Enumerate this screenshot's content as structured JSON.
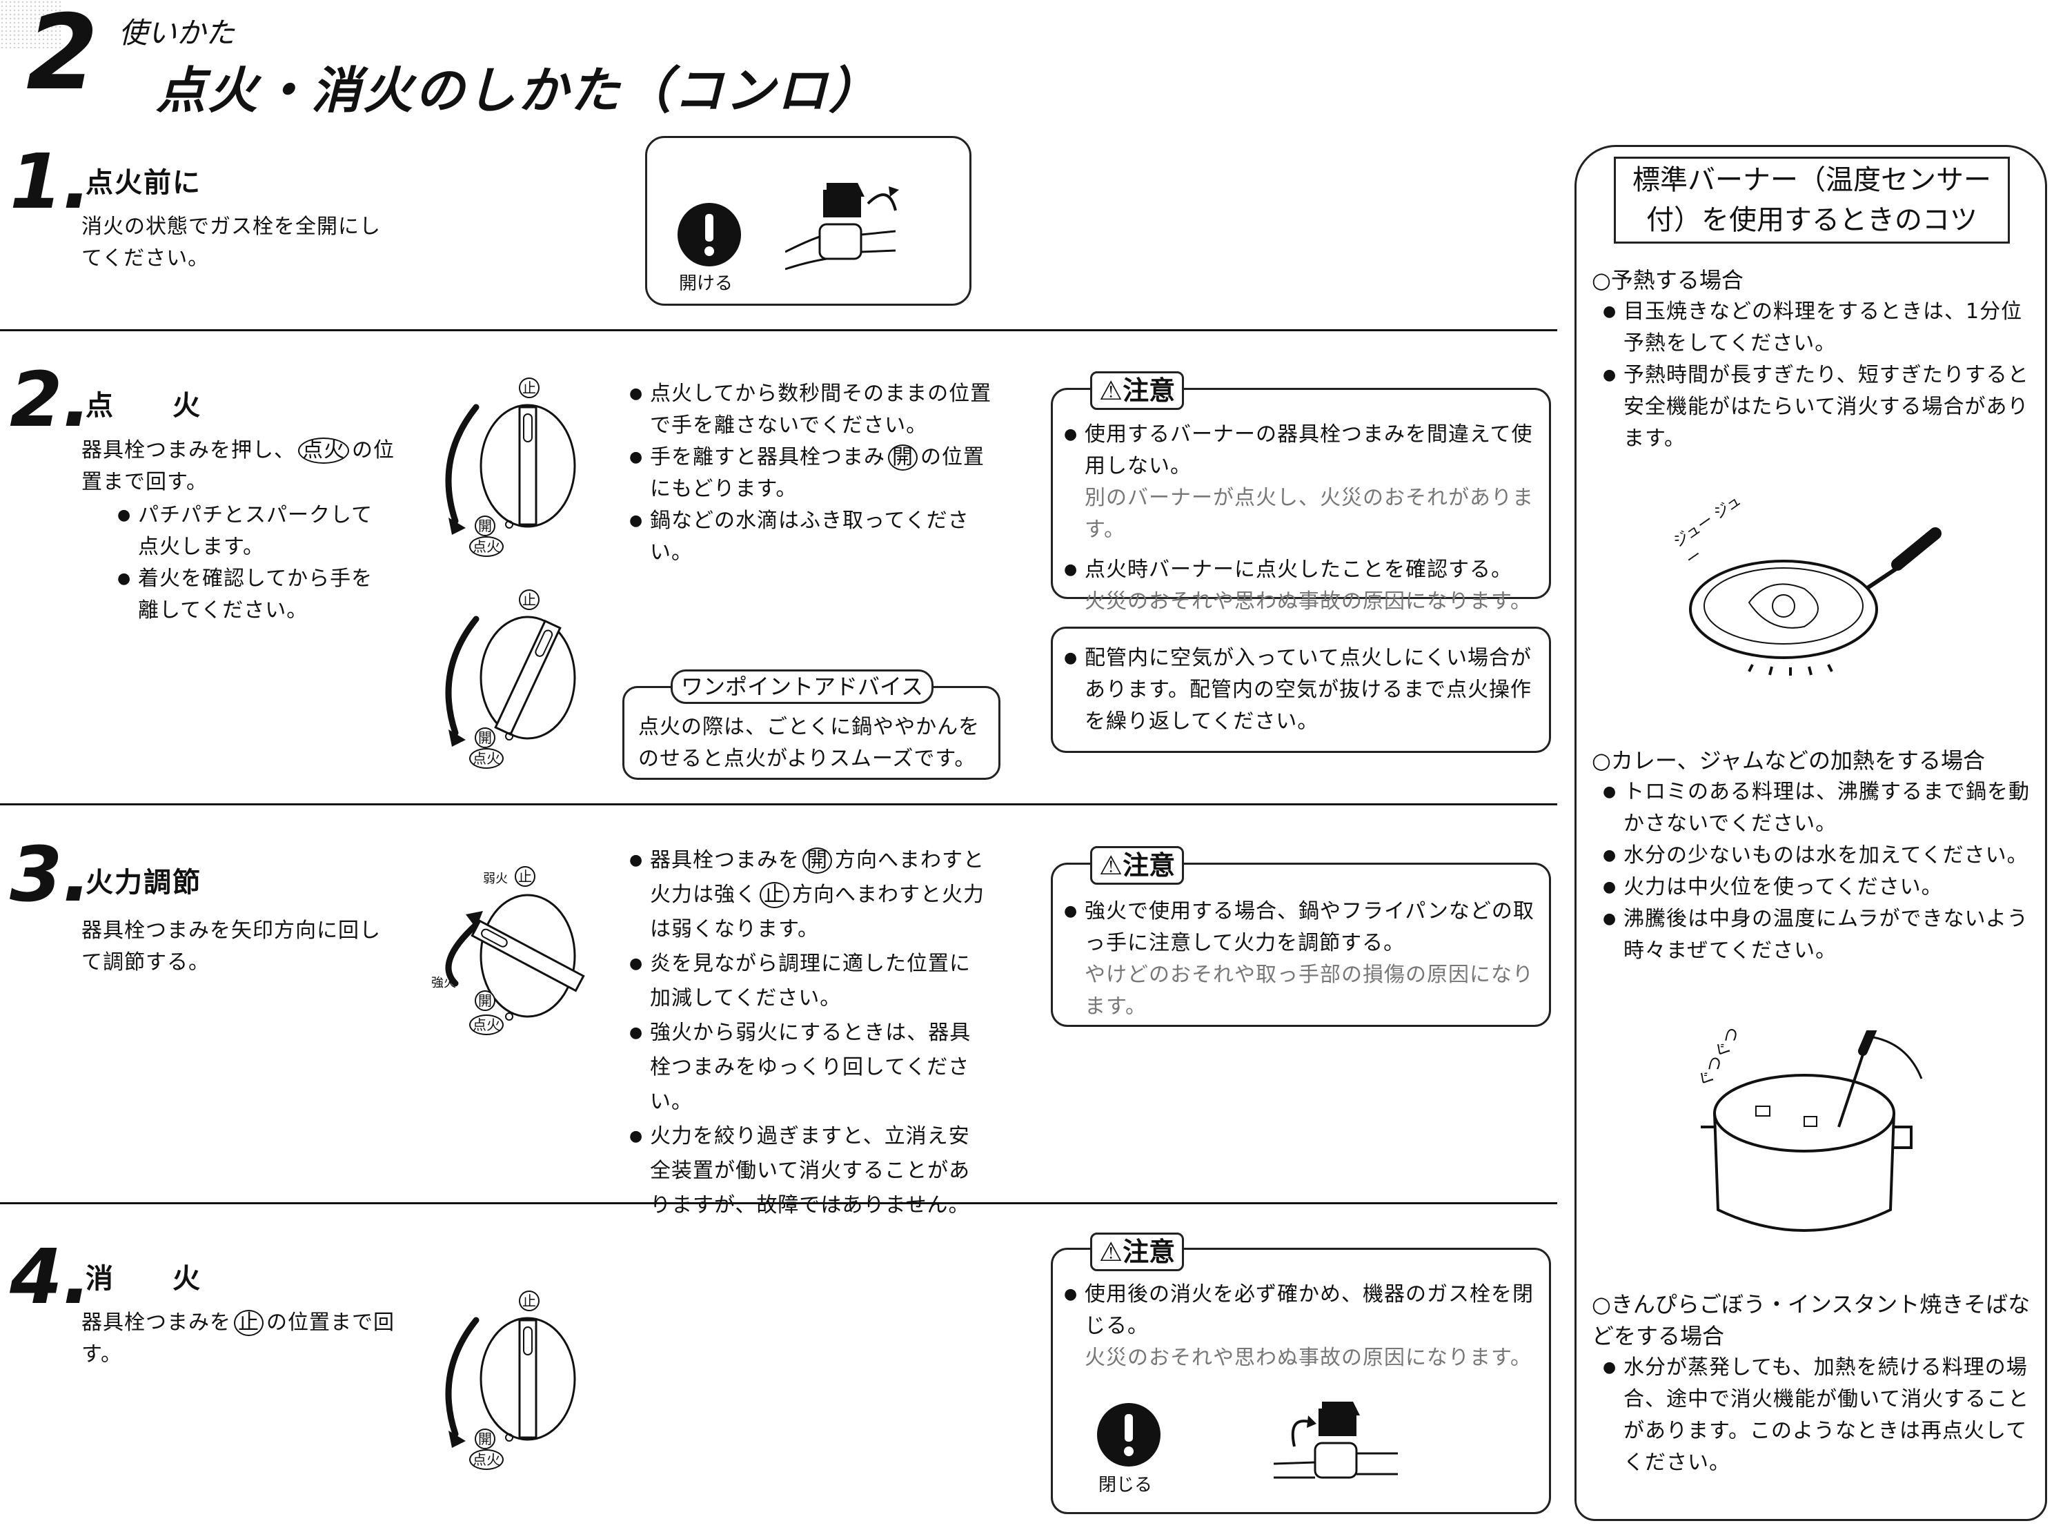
{
  "header": {
    "chapter_number": "2",
    "subtitle": "使いかた",
    "title": "点火・消火のしかた（コンロ）"
  },
  "step1": {
    "number": "1.",
    "label": "点火前に",
    "body": "消火の状態でガス栓を全開にしてください。",
    "icon_label": "開ける"
  },
  "step2": {
    "number": "2.",
    "label": "点　　火",
    "body": [
      {
        "t": "器具栓つまみを押し、"
      },
      {
        "c": "点火"
      },
      {
        "t": "の位置まで回す。"
      }
    ],
    "sub_bullets": [
      "パチパチとスパークして点火します。",
      "着火を確認してから手を離してください。"
    ],
    "knob_labels": {
      "stop": "止",
      "open": "開",
      "ignite": "点火"
    },
    "bullets": [
      [
        {
          "t": "点火してから数秒間そのままの位置で手を離さないでください。"
        }
      ],
      [
        {
          "t": "手を離すと器具栓つまみ"
        },
        {
          "c": "開"
        },
        {
          "t": "の位置にもどります。"
        }
      ],
      [
        {
          "t": "鍋などの水滴はふき取ってください。"
        }
      ]
    ],
    "caution": {
      "title": "⚠注意",
      "items": [
        {
          "text": "使用するバーナーの器具栓つまみを間違えて使用しない。",
          "note": "別のバーナーが点火し、火災のおそれがあります。"
        },
        {
          "text": "点火時バーナーに点火したことを確認する。",
          "note": "火災のおそれや思わぬ事故の原因になります。"
        }
      ]
    },
    "info": "配管内に空気が入っていて点火しにくい場合があります。配管内の空気が抜けるまで点火操作を繰り返してください。",
    "advice": {
      "title": "ワンポイントアドバイス",
      "text": "点火の際は、ごとくに鍋ややかんをのせると点火がよりスムーズです。"
    }
  },
  "step3": {
    "number": "3.",
    "label": "火力調節",
    "body": "器具栓つまみを矢印方向に回して調節する。",
    "knob_labels": {
      "weak": "弱火",
      "stop": "止",
      "strong": "強火",
      "open": "開",
      "ignite": "点火"
    },
    "bullets": [
      [
        {
          "t": "器具栓つまみを"
        },
        {
          "c": "開"
        },
        {
          "t": "方向へまわすと火力は強く"
        },
        {
          "c": "止"
        },
        {
          "t": "方向へまわすと火力は弱くなります。"
        }
      ],
      [
        {
          "t": "炎を見ながら調理に適した位置に加減してください。"
        }
      ],
      [
        {
          "t": "強火から弱火にするときは、器具栓つまみをゆっくり回してください。"
        }
      ],
      [
        {
          "t": "火力を絞り過ぎますと、立消え安全装置が働いて消火することがありますが、故障ではありません。"
        }
      ]
    ],
    "caution": {
      "title": "⚠注意",
      "items": [
        {
          "text": "強火で使用する場合、鍋やフライパンなどの取っ手に注意して火力を調節する。",
          "note": "やけどのおそれや取っ手部の損傷の原因になります。"
        }
      ]
    }
  },
  "step4": {
    "number": "4.",
    "label": "消　　火",
    "body": [
      {
        "t": "器具栓つまみを"
      },
      {
        "c": "止"
      },
      {
        "t": "の位置まで回す。"
      }
    ],
    "knob_labels": {
      "stop": "止",
      "open": "開",
      "ignite": "点火"
    },
    "caution": {
      "title": "⚠注意",
      "items": [
        {
          "text": "使用後の消火を必ず確かめ、機器のガス栓を閉じる。",
          "note": "火災のおそれや思わぬ事故の原因になります。"
        }
      ],
      "icon_label": "閉じる"
    }
  },
  "tips": {
    "title": "標準バーナー（温度センサー付）を使用するときのコツ",
    "sections": [
      {
        "heading": "○予熱する場合",
        "items": [
          "目玉焼きなどの料理をするときは、1分位予熱をしてください。",
          "予熱時間が長すぎたり、短すぎたりすると安全機能がはたらいて消火する場合があります。"
        ]
      },
      {
        "heading": "○カレー、ジャムなどの加熱をする場合",
        "items": [
          "トロミのある料理は、沸騰するまで鍋を動かさないでください。",
          "水分の少ないものは水を加えてください。",
          "火力は中火位を使ってください。",
          "沸騰後は中身の温度にムラができないよう時々まぜてください。"
        ]
      },
      {
        "heading": "○きんぴらごぼう・インスタント焼きそばなどをする場合",
        "items": [
          "水分が蒸発しても、加熱を続ける料理の場合、途中で消火機能が働いて消火することがあります。このようなときは再点火してください。"
        ]
      }
    ],
    "sound_sizzle": "ジュー ジュー",
    "sound_simmer": "ぐつぐつ"
  }
}
